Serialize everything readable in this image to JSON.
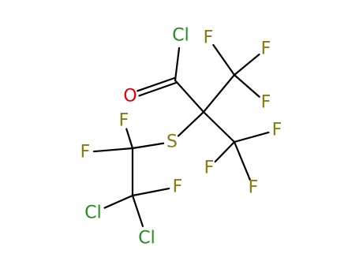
{
  "molecule": {
    "atoms": [
      {
        "id": "cl-acyl",
        "symbol": "Cl",
        "element": "Cl"
      },
      {
        "id": "o-carbonyl",
        "symbol": "O",
        "element": "O"
      },
      {
        "id": "f-top-left",
        "symbol": "F",
        "element": "F"
      },
      {
        "id": "f-top-right",
        "symbol": "F",
        "element": "F"
      },
      {
        "id": "f-mid-right",
        "symbol": "F",
        "element": "F"
      },
      {
        "id": "f-lower-right",
        "symbol": "F",
        "element": "F"
      },
      {
        "id": "f-lower-left",
        "symbol": "F",
        "element": "F"
      },
      {
        "id": "f-bottom",
        "symbol": "F",
        "element": "F"
      },
      {
        "id": "s-thioether",
        "symbol": "S",
        "element": "S"
      },
      {
        "id": "f-difluoro-top",
        "symbol": "F",
        "element": "F"
      },
      {
        "id": "f-difluoro-left",
        "symbol": "F",
        "element": "F"
      },
      {
        "id": "f-chloro-carbon",
        "symbol": "F",
        "element": "F"
      },
      {
        "id": "cl-left",
        "symbol": "Cl",
        "element": "Cl"
      },
      {
        "id": "cl-bottom",
        "symbol": "Cl",
        "element": "Cl"
      }
    ]
  },
  "colors": {
    "bond": "#000000",
    "Cl": "#1f8f1f",
    "O": "#e00000",
    "F": "#8a7a12",
    "S": "#8a7a12"
  }
}
